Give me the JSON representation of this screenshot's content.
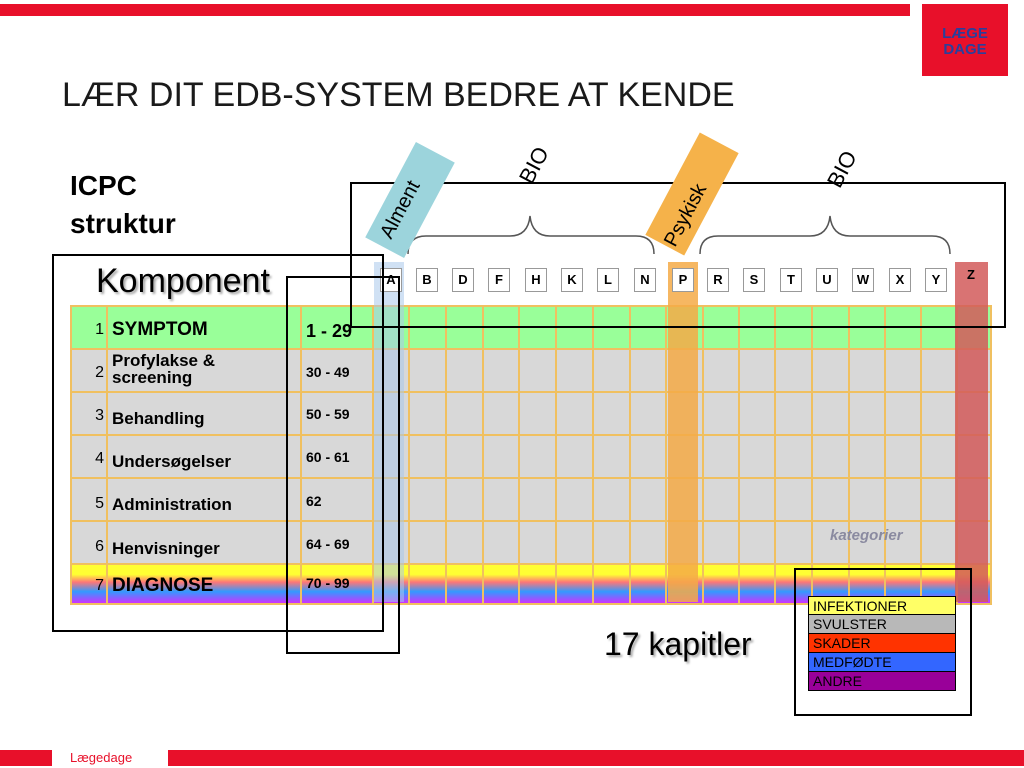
{
  "title": "LÆR DIT EDB-SYSTEM BEDRE AT KENDE",
  "logo": {
    "line1": "LÆGE",
    "line2": "DAGE"
  },
  "subtitle": {
    "line1": "ICPC",
    "line2": "struktur"
  },
  "komponent_label": "Komponent",
  "bio_left": "BIO",
  "bio_right": "BIO",
  "almen_label": "Alment",
  "psykisk_label": "Psykisk",
  "columns": [
    "A",
    "B",
    "D",
    "F",
    "H",
    "K",
    "L",
    "N",
    "P",
    "R",
    "S",
    "T",
    "U",
    "W",
    "X",
    "Y",
    "Z"
  ],
  "rows": [
    {
      "num": "1",
      "label": "SYMPTOM",
      "range": "1 - 29"
    },
    {
      "num": "2",
      "label": "Profylakse & screening",
      "range": "30 - 49"
    },
    {
      "num": "3",
      "label": "Behandling",
      "range": "50 - 59"
    },
    {
      "num": "4",
      "label": "Undersøgelser",
      "range": "60 - 61"
    },
    {
      "num": "5",
      "label": "Administration",
      "range": "62"
    },
    {
      "num": "6",
      "label": "Henvisninger",
      "range": "64 - 69"
    },
    {
      "num": "7",
      "label": "DIAGNOSE",
      "range": "70 - 99"
    }
  ],
  "kategorier_label": "kategorier",
  "kapitler_label": "17 kapitler",
  "legend": [
    {
      "label": "INFEKTIONER",
      "color": "#ffff66"
    },
    {
      "label": "SVULSTER",
      "color": "#b8b8b8"
    },
    {
      "label": "SKADER",
      "color": "#ff3300"
    },
    {
      "label": "MEDFØDTE",
      "color": "#3366ff"
    },
    {
      "label": "ANDRE",
      "color": "#990099"
    }
  ],
  "footer": "Lægedage",
  "colors": {
    "brand_red": "#e8102a",
    "logo_blue": "#2a3f9c"
  }
}
